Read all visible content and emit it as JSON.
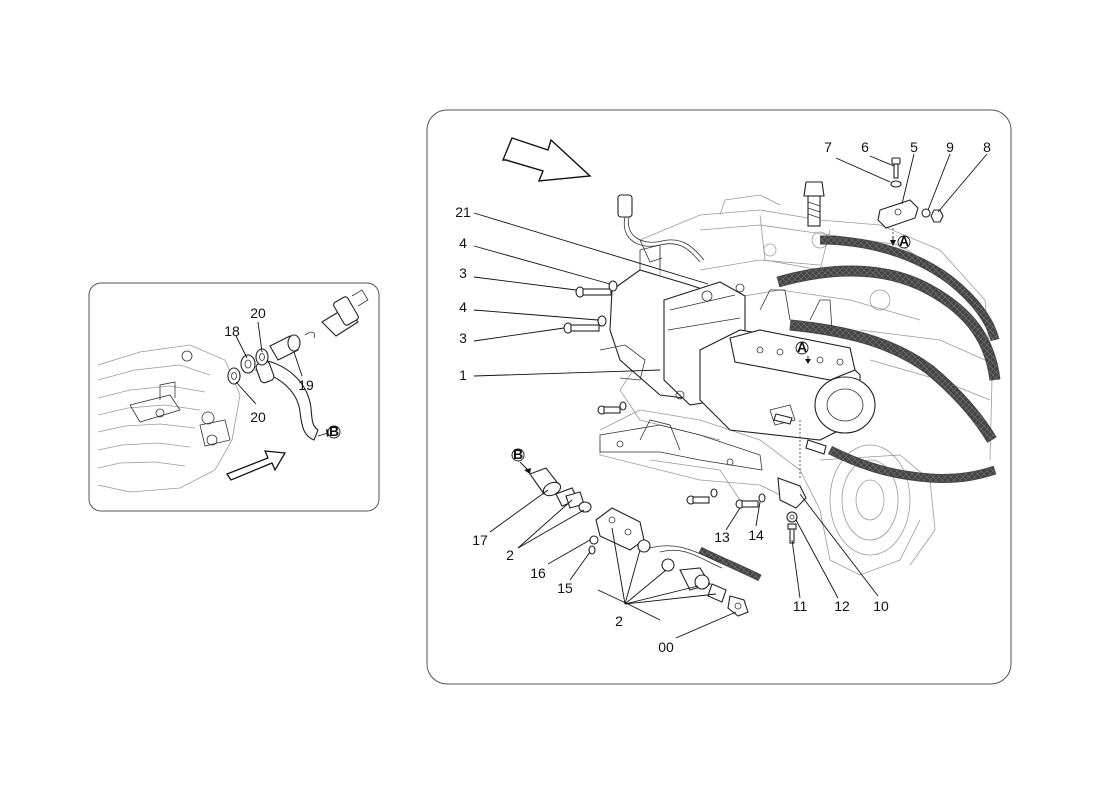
{
  "inset": {
    "labels": [
      {
        "id": "inset-label-20a",
        "text": "20"
      },
      {
        "id": "inset-label-18",
        "text": "18"
      },
      {
        "id": "inset-label-19",
        "text": "19"
      },
      {
        "id": "inset-label-20b",
        "text": "20"
      }
    ],
    "markers": {
      "b": "B"
    }
  },
  "main": {
    "labels": [
      {
        "id": "label-7",
        "text": "7"
      },
      {
        "id": "label-6",
        "text": "6"
      },
      {
        "id": "label-5",
        "text": "5"
      },
      {
        "id": "label-9",
        "text": "9"
      },
      {
        "id": "label-8",
        "text": "8"
      },
      {
        "id": "label-21",
        "text": "21"
      },
      {
        "id": "label-4a",
        "text": "4"
      },
      {
        "id": "label-3a",
        "text": "3"
      },
      {
        "id": "label-4b",
        "text": "4"
      },
      {
        "id": "label-3b",
        "text": "3"
      },
      {
        "id": "label-1",
        "text": "1"
      },
      {
        "id": "label-17",
        "text": "17"
      },
      {
        "id": "label-2a",
        "text": "2"
      },
      {
        "id": "label-16",
        "text": "16"
      },
      {
        "id": "label-15",
        "text": "15"
      },
      {
        "id": "label-2b",
        "text": "2"
      },
      {
        "id": "label-00",
        "text": "00"
      },
      {
        "id": "label-13",
        "text": "13"
      },
      {
        "id": "label-14",
        "text": "14"
      },
      {
        "id": "label-11",
        "text": "11"
      },
      {
        "id": "label-12",
        "text": "12"
      },
      {
        "id": "label-10",
        "text": "10"
      }
    ],
    "markers": {
      "a1": "A",
      "a2": "A",
      "b": "B"
    }
  }
}
